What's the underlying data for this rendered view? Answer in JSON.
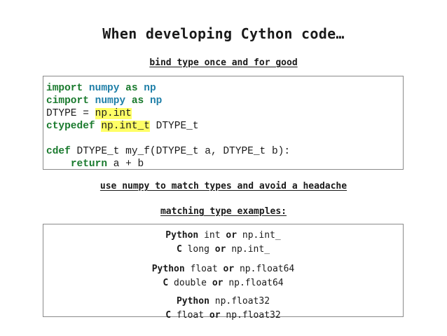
{
  "title": "When developing Cython code…",
  "subhead1": "bind type once and for good",
  "code": {
    "l1_kw1": "import",
    "l1_mod": "numpy",
    "l1_kw2": "as",
    "l1_alias": "np",
    "l2_kw1": "cimport",
    "l2_mod": "numpy",
    "l2_kw2": "as",
    "l2_alias": "np",
    "l3_pre": "DTYPE = ",
    "l3_hl": "np.int",
    "l4_kw": "ctypedef",
    "l4_hl": "np.int_t",
    "l4_post": " DTYPE_t",
    "l6_kw": "cdef",
    "l6_post": " DTYPE_t my_f(DTYPE_t a, DTYPE_t b):",
    "l7_indent": "    ",
    "l7_kw": "return",
    "l7_post": " a + b"
  },
  "subhead2": "use numpy to match types and avoid a headache",
  "subhead3": "matching type examples:",
  "examples": [
    {
      "lang": "Python",
      "left": "int",
      "or": "or",
      "right": "np.int_"
    },
    {
      "lang": "C",
      "left": "long",
      "or": "or",
      "right": "np.int_"
    },
    {
      "lang": "Python",
      "left": "float",
      "or": "or",
      "right": "np.float64"
    },
    {
      "lang": "C",
      "left": "double",
      "or": "or",
      "right": "np.float64"
    },
    {
      "lang": "Python",
      "left": "np.float32",
      "or": "",
      "right": ""
    },
    {
      "lang": "C",
      "left": "float",
      "or": "or",
      "right": "np.float32"
    }
  ]
}
